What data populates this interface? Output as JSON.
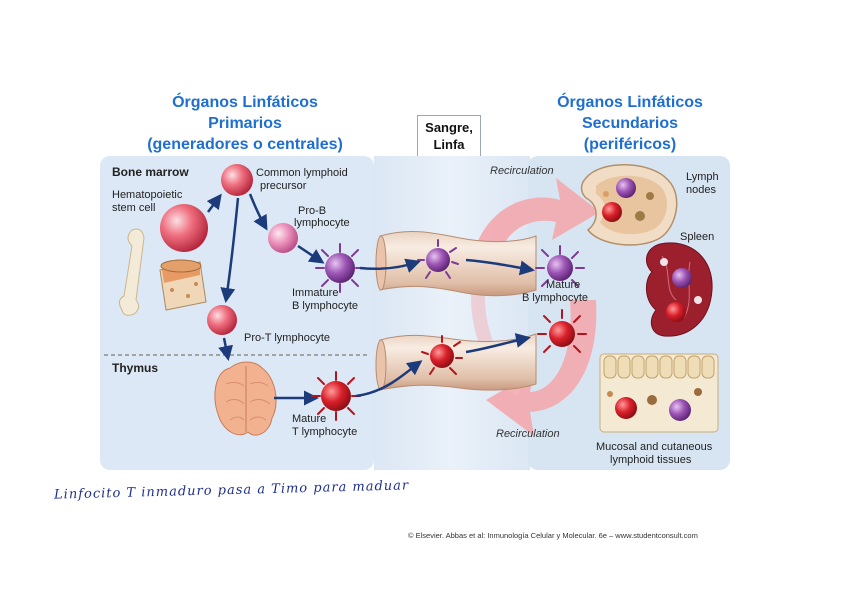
{
  "titles": {
    "left": [
      "Órganos Linfáticos",
      "Primarios",
      "(generadores o centrales)"
    ],
    "right": [
      "Órganos Linfáticos",
      "Secundarios",
      "(periféricos)"
    ],
    "blood": [
      "Sangre,",
      "Linfa"
    ]
  },
  "labels": {
    "bone_marrow": "Bone marrow",
    "thymus": "Thymus",
    "hsc": [
      "Hematopoietic",
      "stem cell"
    ],
    "clp": [
      "Common lymphoid",
      "precursor"
    ],
    "pro_b": [
      "Pro-B",
      "lymphocyte"
    ],
    "immature_b": [
      "Immature",
      "B lymphocyte"
    ],
    "pro_t": "Pro-T lymphocyte",
    "mature_t": [
      "Mature",
      "T lymphocyte"
    ],
    "mature_b": [
      "Mature",
      "B lymphocyte"
    ],
    "recirc_top": "Recirculation",
    "recirc_bottom": "Recirculation",
    "lymph_nodes": [
      "Lymph",
      "nodes"
    ],
    "spleen": "Spleen",
    "mucosal": [
      "Mucosal and cutaneous",
      "lymphoid tissues"
    ]
  },
  "handwritten_note": "Linfocito T inmaduro pasa a Timo para maduar",
  "copyright": "© Elsevier. Abbas et al: Inmunología Celular y Molecular. 6e – www.studentconsult.com",
  "colors": {
    "title_blue": "#1f6fd1",
    "panel_left": "#dce8f5",
    "panel_right": "#dde9f5",
    "b_cell": "#8b3fa0",
    "t_cell": "#d0202a",
    "arrow": "#1c3b7a",
    "recirc_arrow": "#f2a9ae"
  }
}
